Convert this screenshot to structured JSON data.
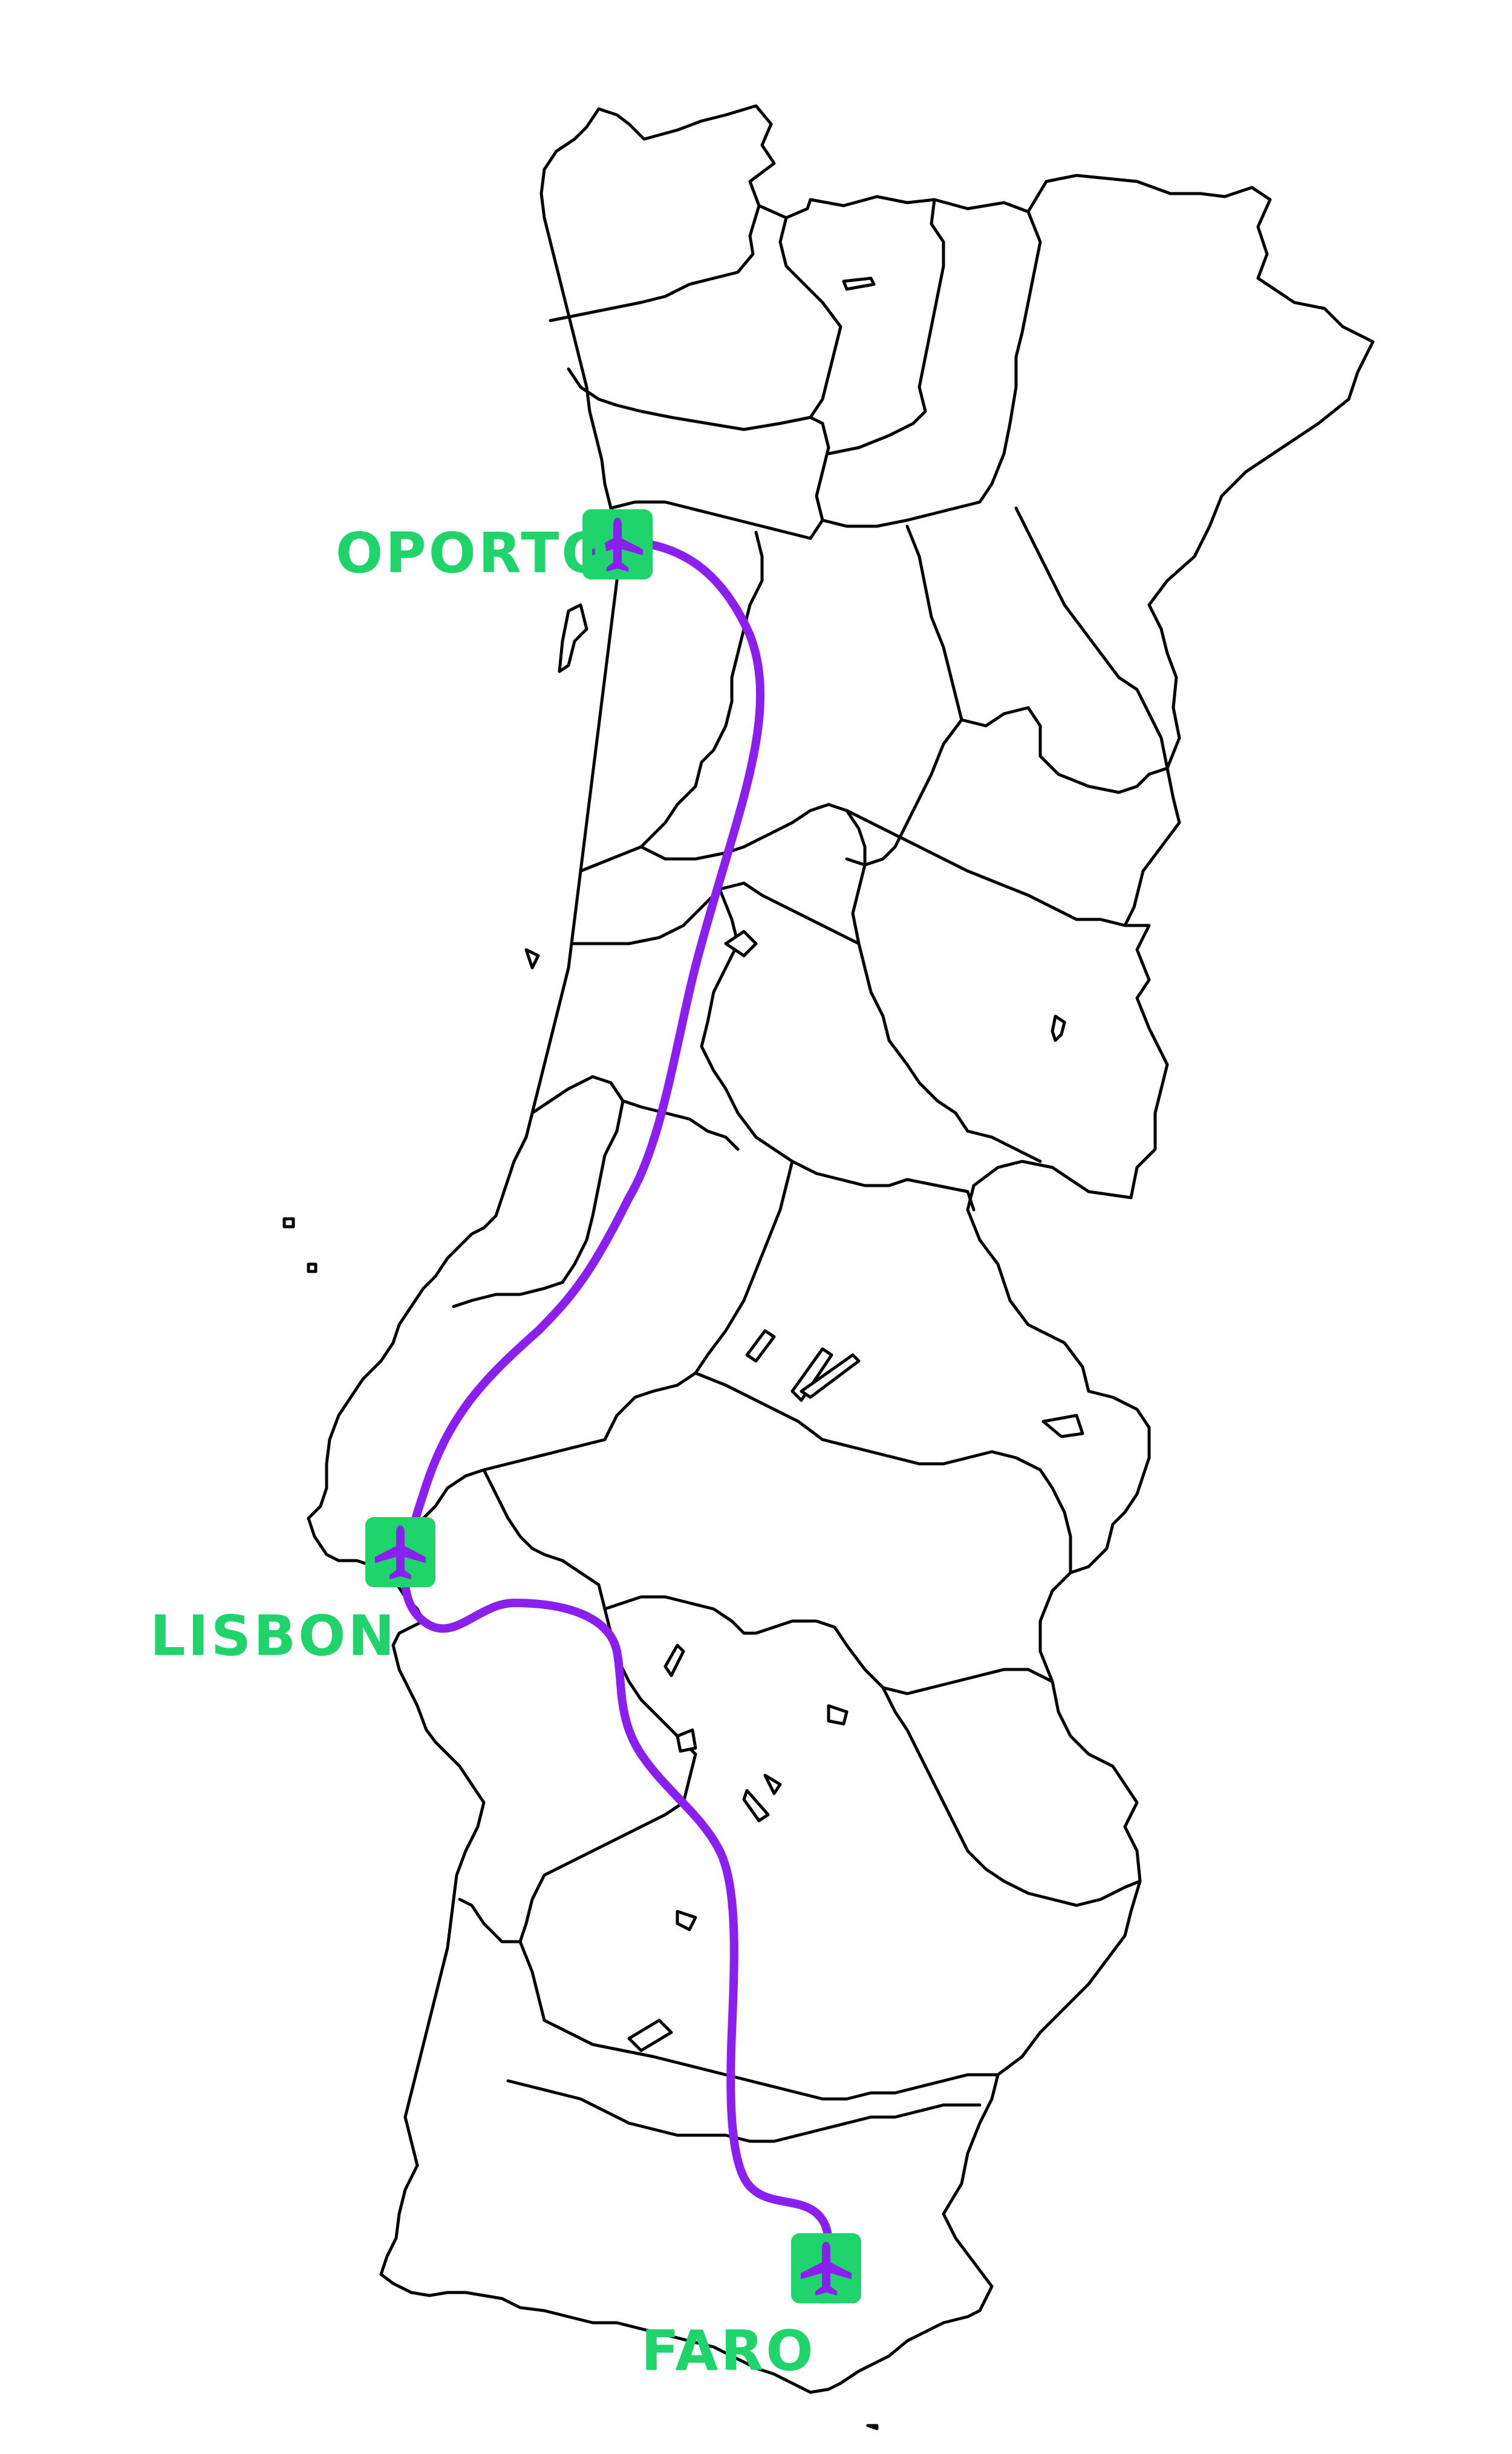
{
  "colors": {
    "route": "#8a1ff0",
    "badge": "#1fd46a",
    "plane": "#8a1ff0",
    "label": "#1fd46a",
    "border": "#000000",
    "background": "#ffffff"
  },
  "airports": [
    {
      "id": "oporto",
      "label": "OPORTO",
      "icon": "airplane-icon"
    },
    {
      "id": "lisbon",
      "label": "LISBON",
      "icon": "airplane-icon"
    },
    {
      "id": "faro",
      "label": "FARO",
      "icon": "airplane-icon"
    }
  ]
}
